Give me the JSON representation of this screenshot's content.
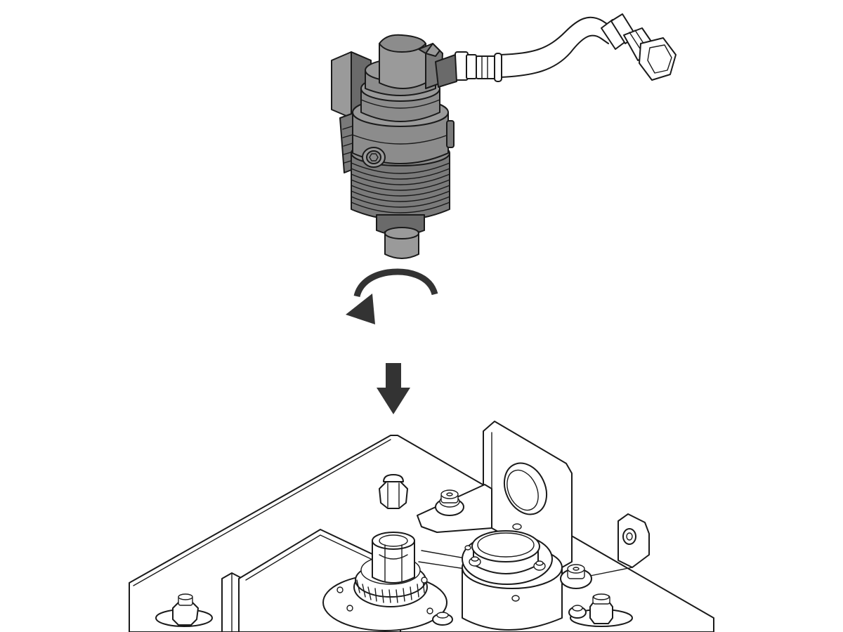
{
  "figure": {
    "components": [
      "valve-actuator",
      "hose-assembly",
      "rotation-arrow",
      "insertion-arrow",
      "base-plate-assembly"
    ],
    "colors": {
      "line": "#1a1a1a",
      "part_gray": "#8c8c8c",
      "arrow": "#333333",
      "background": "#ffffff"
    },
    "rotation_direction": "counterclockwise"
  }
}
